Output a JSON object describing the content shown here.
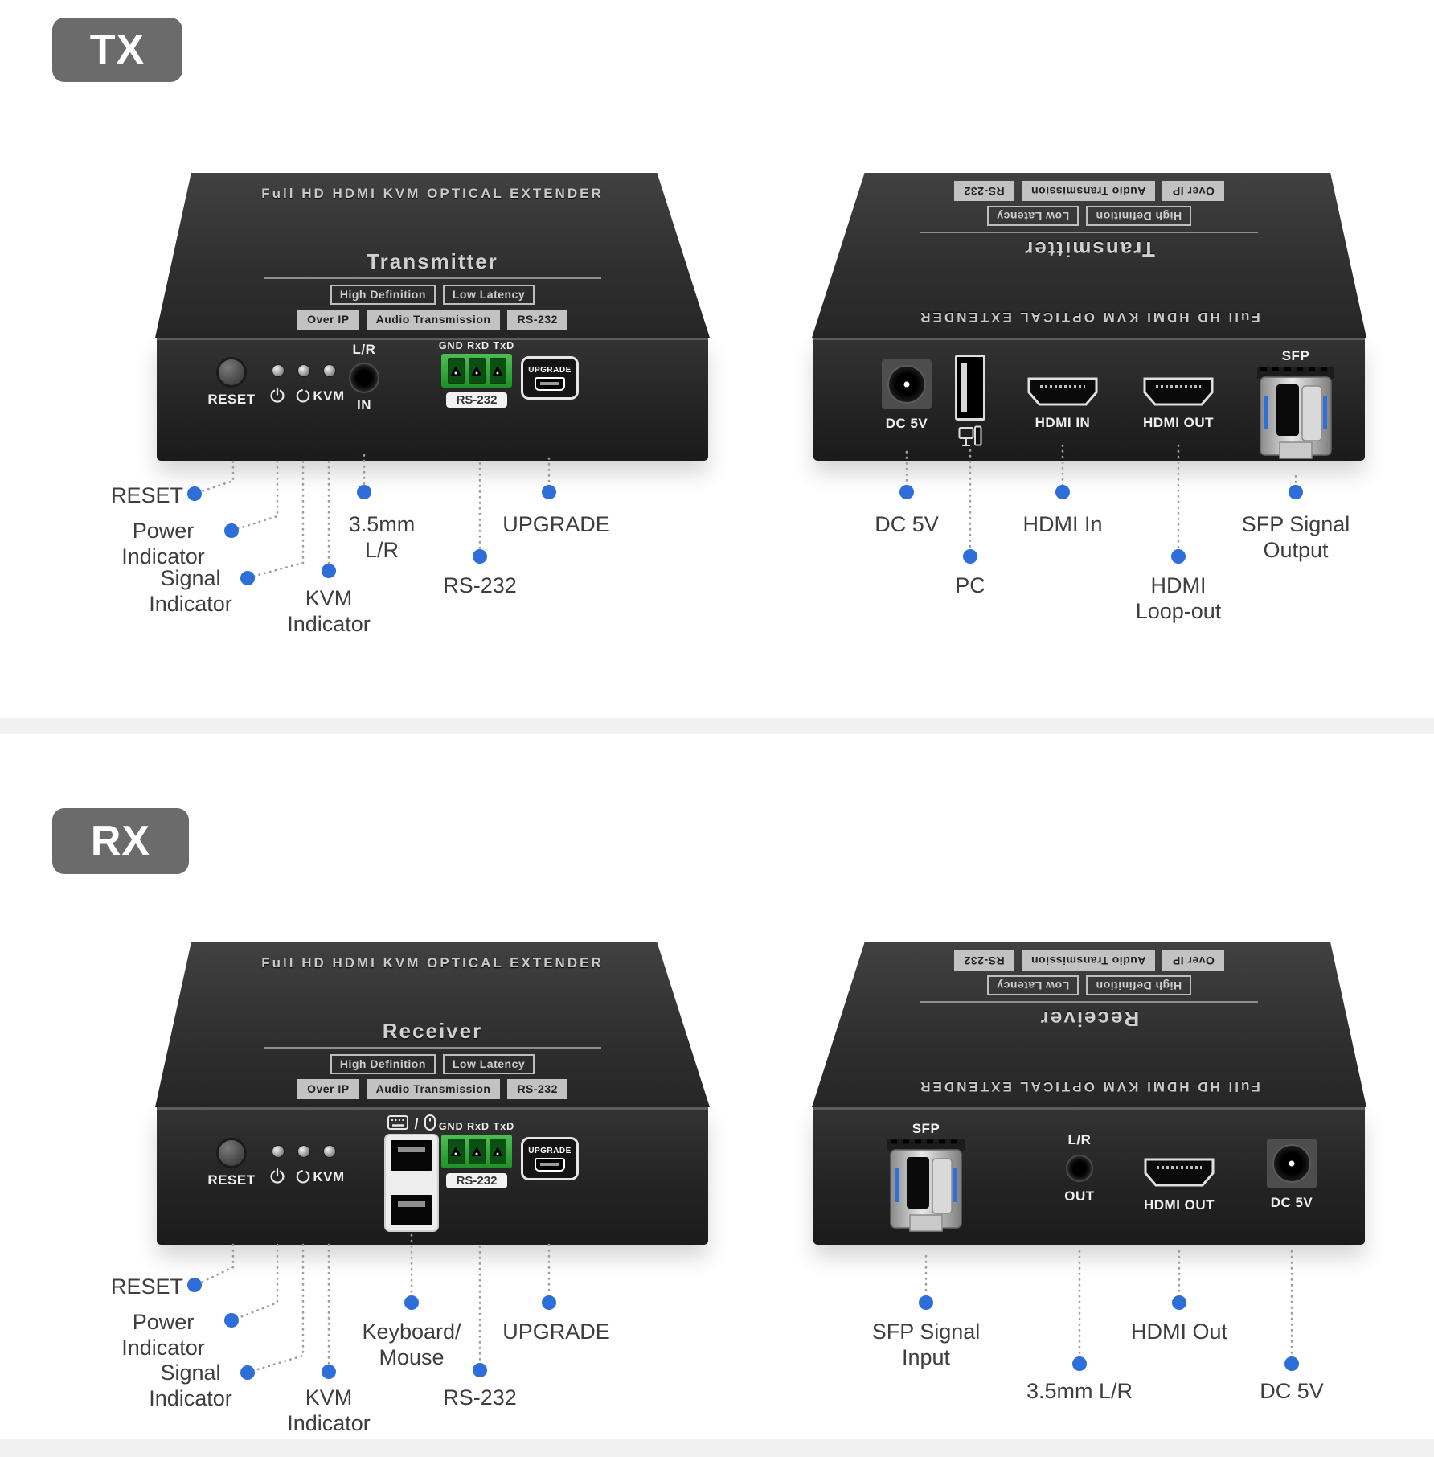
{
  "meta": {
    "accent_blue": "#2e6ed8",
    "leader_gray": "#9e9e9e",
    "badge_gray": "#6b6b6b",
    "terminal_green": "#2f9e37",
    "icons": [
      "power-icon",
      "signal-icon",
      "keyboard-icon",
      "mouse-icon",
      "pc-monitor-icon"
    ]
  },
  "tx": {
    "badge": "TX",
    "front": {
      "title": "Full HD HDMI KVM OPTICAL EXTENDER",
      "role": "Transmitter",
      "badges_outline": {
        "hd": "High Definition",
        "ll": "Low Latency"
      },
      "badges_fill": {
        "ip": "Over IP",
        "audio": "Audio Transmission",
        "rs": "RS-232"
      },
      "panel": {
        "reset": "RESET",
        "kvm": "KVM",
        "lr": "L/R",
        "in": "IN",
        "rs232_pins": "GND RxD TxD",
        "rs232": "RS-232",
        "upgrade": "UPGRADE"
      },
      "callouts": {
        "reset": "RESET",
        "power": [
          "Power",
          "Indicator"
        ],
        "signal": [
          "Signal",
          "Indicator"
        ],
        "kvm": [
          "KVM",
          "Indicator"
        ],
        "audio": [
          "3.5mm",
          "L/R"
        ],
        "rs232": "RS-232",
        "upgrade": "UPGRADE"
      }
    },
    "back": {
      "title": "Full HD HDMI KVM OPTICAL EXTENDER",
      "role": "Transmitter",
      "badges_outline": {
        "hd": "High Definition",
        "ll": "Low Latency"
      },
      "badges_fill": {
        "ip": "Over IP",
        "audio": "Audio Transmission",
        "rs": "RS-232"
      },
      "panel": {
        "dc": "DC 5V",
        "hdmi_in": "HDMI IN",
        "hdmi_out": "HDMI OUT",
        "sfp": "SFP"
      },
      "callouts": {
        "dc": "DC 5V",
        "pc": "PC",
        "hdmi_in": "HDMI In",
        "loop": [
          "HDMI",
          "Loop-out"
        ],
        "sfp": [
          "SFP Signal",
          "Output"
        ]
      }
    }
  },
  "rx": {
    "badge": "RX",
    "front": {
      "title": "Full HD HDMI KVM OPTICAL EXTENDER",
      "role": "Receiver",
      "badges_outline": {
        "hd": "High Definition",
        "ll": "Low Latency"
      },
      "badges_fill": {
        "ip": "Over IP",
        "audio": "Audio Transmission",
        "rs": "RS-232"
      },
      "panel": {
        "reset": "RESET",
        "kvm": "KVM",
        "usb_slash": "/",
        "rs232_pins": "GND RxD TxD",
        "rs232": "RS-232",
        "upgrade": "UPGRADE"
      },
      "callouts": {
        "reset": "RESET",
        "power": [
          "Power",
          "Indicator"
        ],
        "signal": [
          "Signal",
          "Indicator"
        ],
        "kvm": [
          "KVM",
          "Indicator"
        ],
        "keyboard": [
          "Keyboard/",
          "Mouse"
        ],
        "rs232": "RS-232",
        "upgrade": "UPGRADE"
      }
    },
    "back": {
      "title": "Full HD HDMI KVM OPTICAL EXTENDER",
      "role": "Receiver",
      "badges_outline": {
        "hd": "High Definition",
        "ll": "Low Latency"
      },
      "badges_fill": {
        "ip": "Over IP",
        "audio": "Audio Transmission",
        "rs": "RS-232"
      },
      "panel": {
        "sfp": "SFP",
        "lr": "L/R",
        "out": "OUT",
        "hdmi_out": "HDMI OUT",
        "dc": "DC 5V"
      },
      "callouts": {
        "sfp": [
          "SFP Signal",
          "Input"
        ],
        "audio": "3.5mm L/R",
        "hdmi_out": "HDMI Out",
        "dc": "DC 5V"
      }
    }
  }
}
